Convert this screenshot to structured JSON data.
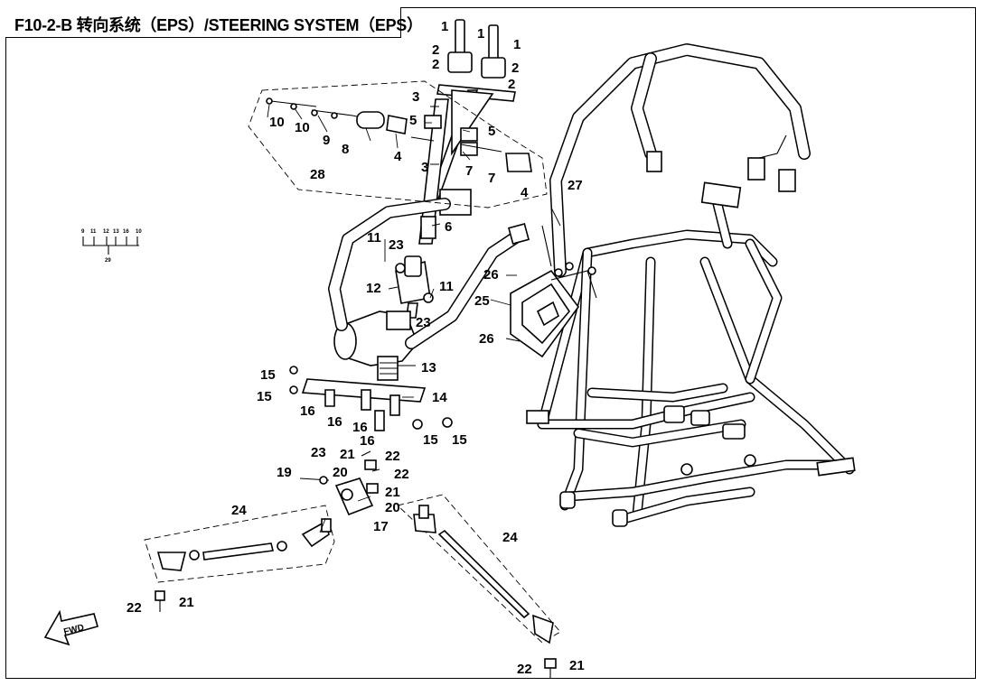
{
  "title": "F10-2-B 转向系统（EPS）/STEERING SYSTEM（EPS）",
  "fwd_label": "FWD",
  "legend": {
    "items": [
      "9",
      "11",
      "12",
      "13",
      "16",
      "10"
    ],
    "group": "29"
  },
  "callouts": {
    "c1": "1",
    "c2": "1",
    "c3": "1",
    "c4": "2",
    "c5": "2",
    "c6": "2",
    "c7": "2",
    "c8": "3",
    "c9": "3",
    "c10": "4",
    "c11": "4",
    "c12": "5",
    "c13": "5",
    "c14": "6",
    "c15": "7",
    "c16": "7",
    "c17": "8",
    "c18": "9",
    "c19": "10",
    "c20": "10",
    "c21": "11",
    "c22": "11",
    "c23": "12",
    "c24": "13",
    "c25": "14",
    "c26": "15",
    "c27": "15",
    "c28": "15",
    "c29": "15",
    "c30": "16",
    "c31": "16",
    "c32": "16",
    "c33": "16",
    "c34": "17",
    "c35": "19",
    "c36": "20",
    "c37": "20",
    "c38": "21",
    "c39": "21",
    "c40": "21",
    "c41": "21",
    "c42": "22",
    "c43": "22",
    "c44": "22",
    "c45": "22",
    "c46": "23",
    "c47": "23",
    "c48": "23",
    "c49": "24",
    "c50": "24",
    "c51": "25",
    "c52": "26",
    "c53": "26",
    "c54": "27",
    "c55": "28"
  }
}
